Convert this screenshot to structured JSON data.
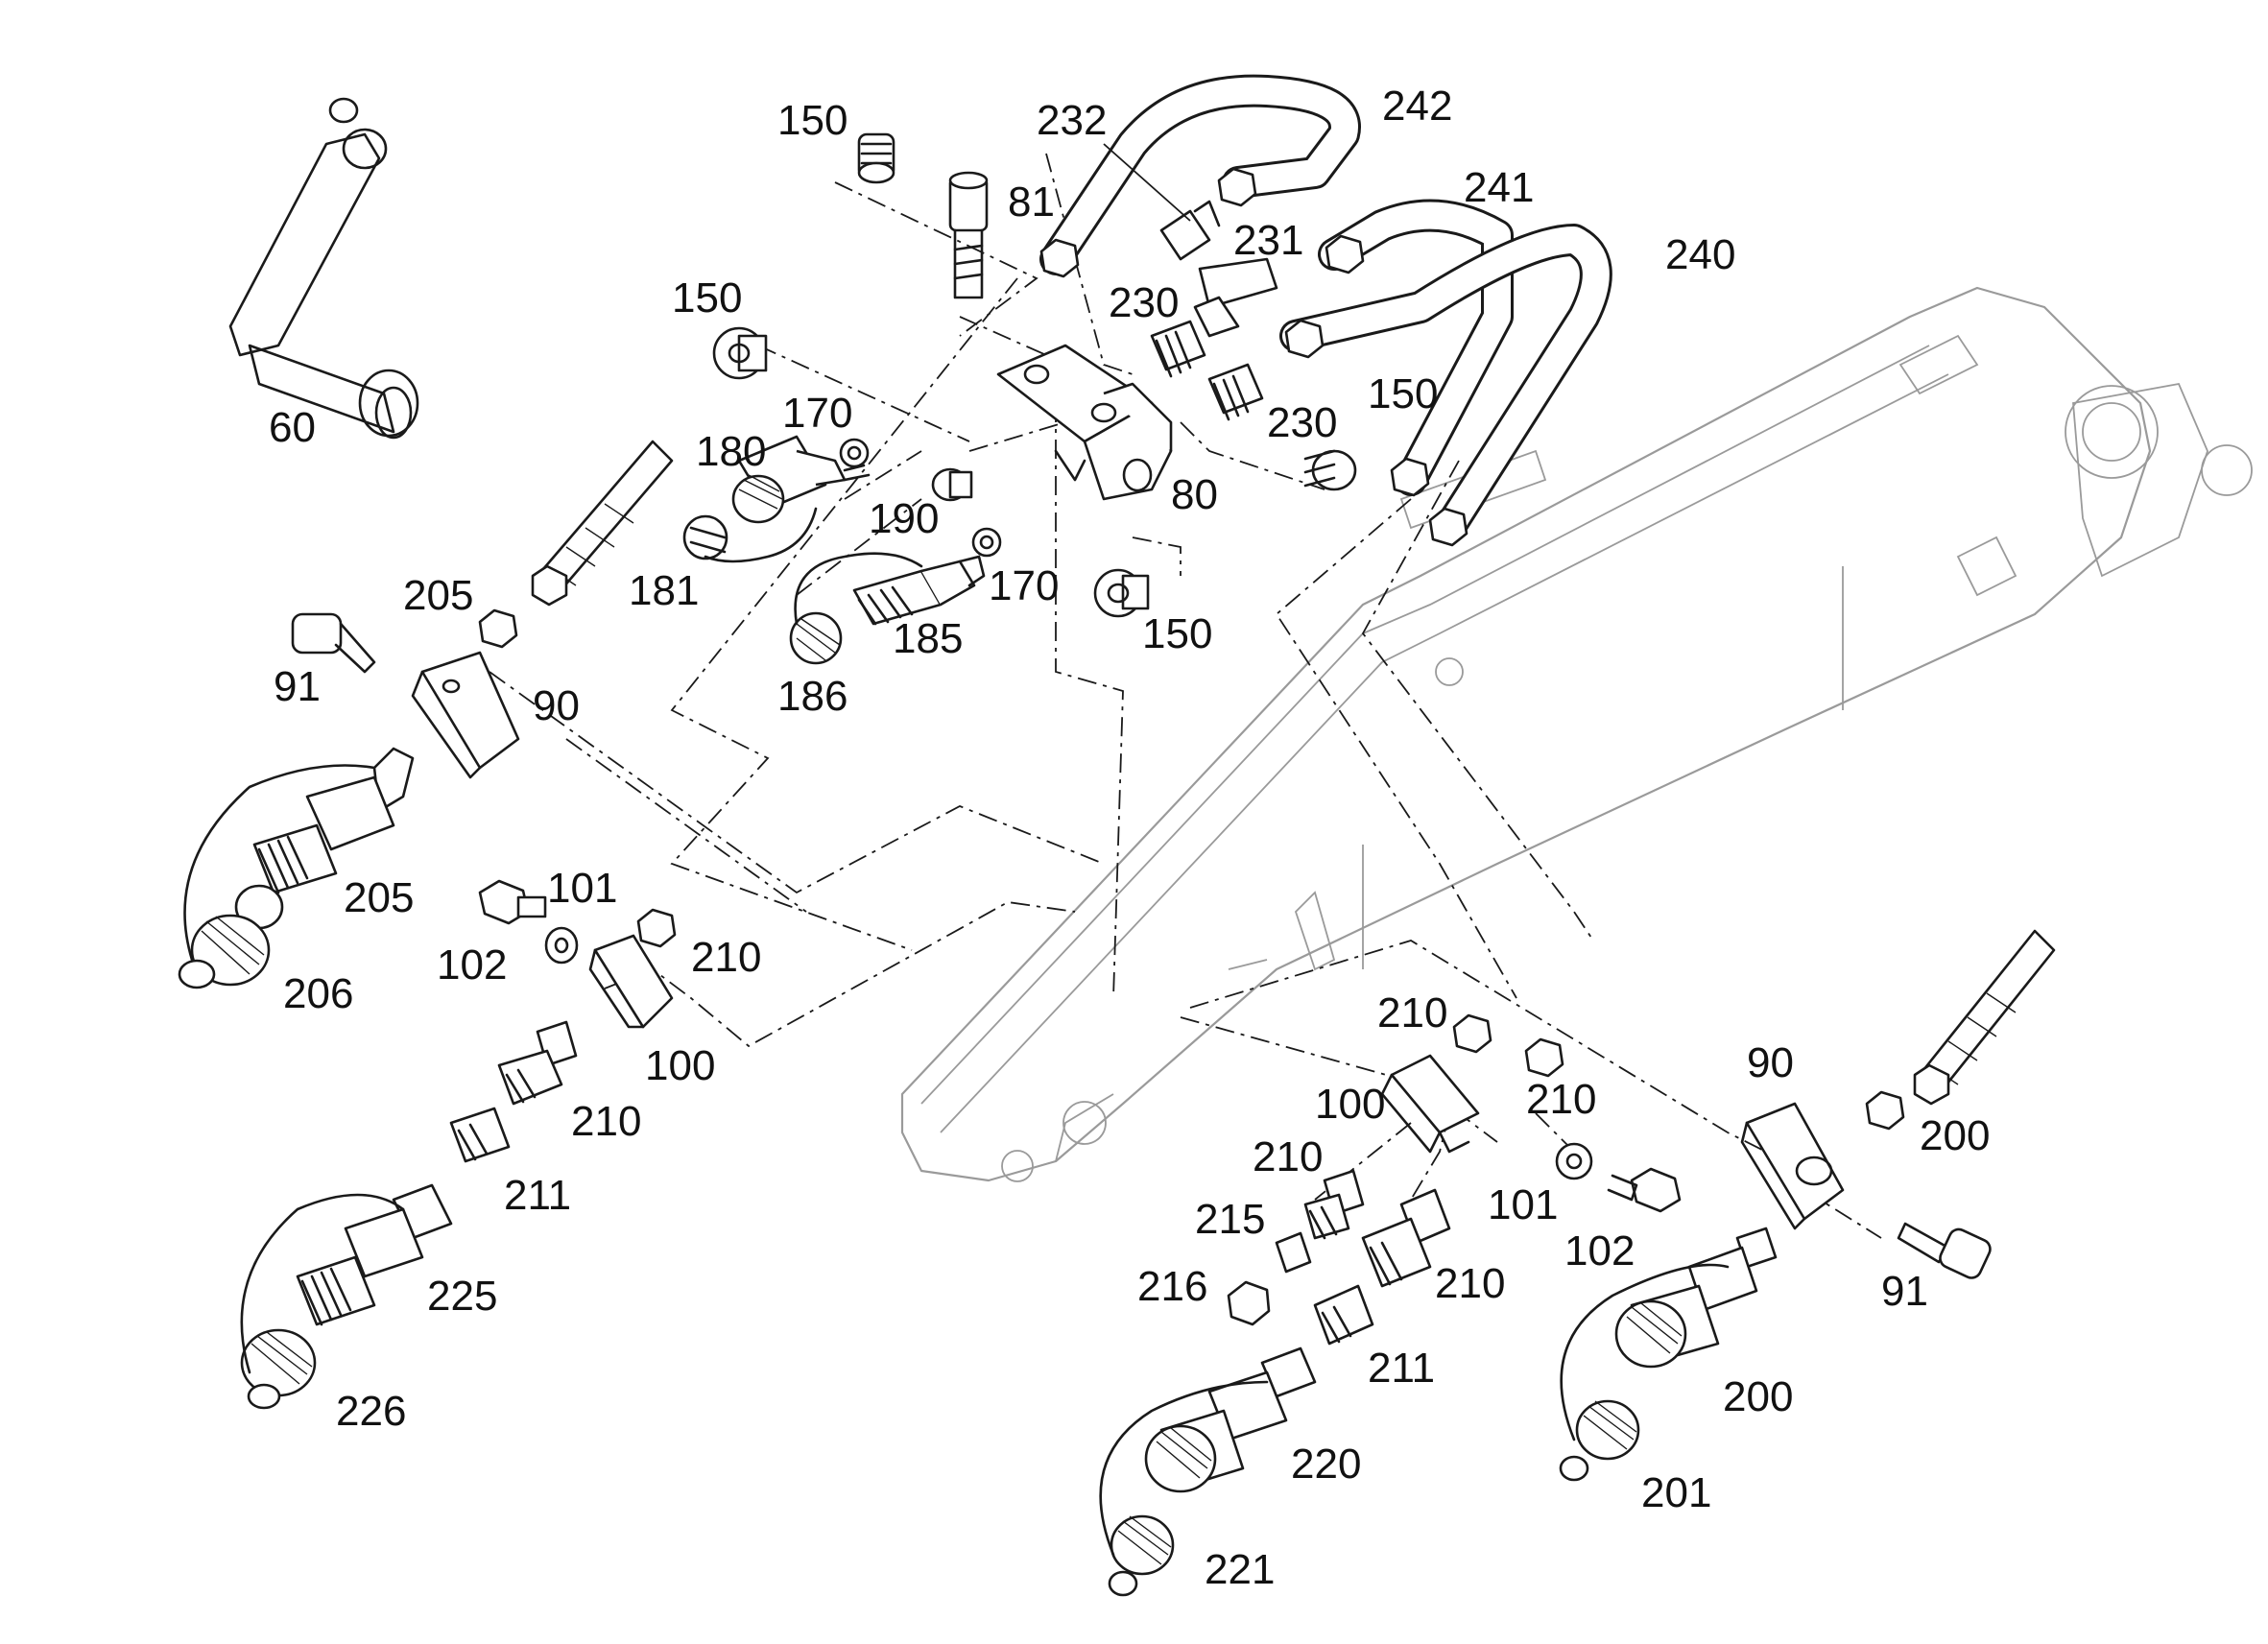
{
  "diagram": {
    "type": "exploded-parts-diagram",
    "line_color": "#1a1a1a",
    "background_color": "#ffffff",
    "boom_color": "#9a9a9a"
  },
  "labels": {
    "l60": "60",
    "l150a": "150",
    "l81": "81",
    "l232": "232",
    "l242": "242",
    "l241": "241",
    "l231": "231",
    "l240": "240",
    "l150b": "150",
    "l230a": "230",
    "l170a": "170",
    "l180": "180",
    "l230b": "230",
    "l150c": "150",
    "l80": "80",
    "l190": "190",
    "l181": "181",
    "l205a": "205",
    "l170b": "170",
    "l185": "185",
    "l150d": "150",
    "l186": "186",
    "l91a": "91",
    "l90a": "90",
    "l205b": "205",
    "l101a": "101",
    "l102a": "102",
    "l210a": "210",
    "l206": "206",
    "l100a": "100",
    "l210b": "210",
    "l211a": "211",
    "l225": "225",
    "l226": "226",
    "l210c": "210",
    "l210d": "210",
    "l100b": "100",
    "l90b": "90",
    "l200a": "200",
    "l210e": "210",
    "l101b": "101",
    "l215": "215",
    "l102b": "102",
    "l91b": "91",
    "l216": "216",
    "l210f": "210",
    "l211b": "211",
    "l200b": "200",
    "l220": "220",
    "l201": "201",
    "l221": "221"
  }
}
